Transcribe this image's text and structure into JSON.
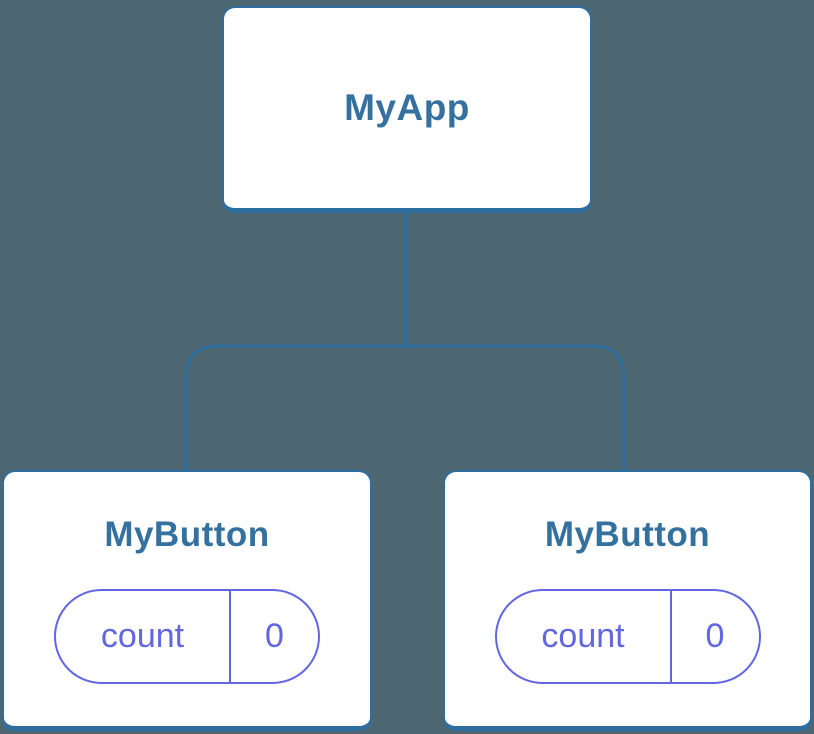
{
  "diagram": {
    "type": "component-tree",
    "root": {
      "title": "MyApp"
    },
    "children": [
      {
        "title": "MyButton",
        "state": {
          "label": "count",
          "value": "0"
        }
      },
      {
        "title": "MyButton",
        "state": {
          "label": "count",
          "value": "0"
        }
      }
    ],
    "colors": {
      "background": "#4C6772",
      "node_background": "#FFFFFF",
      "node_border": "#2E6E9E",
      "node_title": "#35719F",
      "connector": "#2E6E9E",
      "state_accent": "#6366E1"
    }
  }
}
